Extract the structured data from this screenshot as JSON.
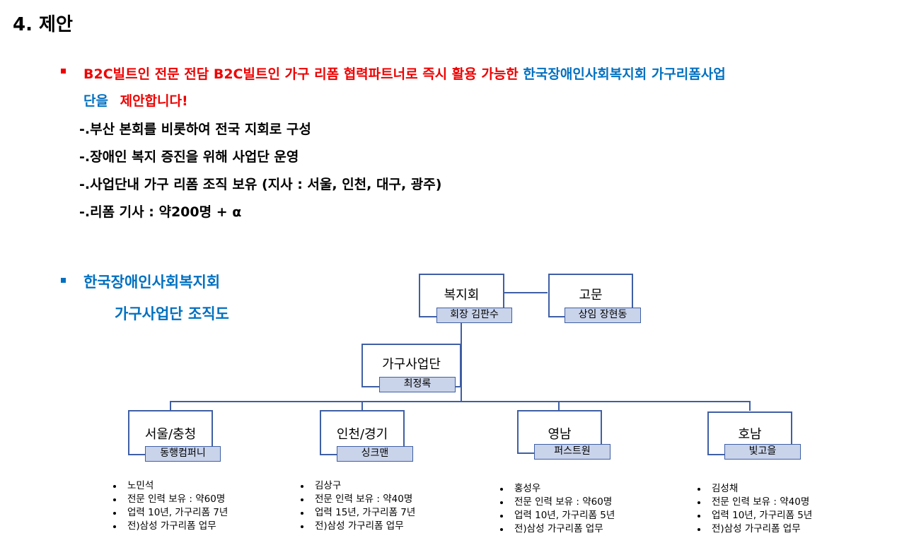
{
  "page_title": "4. 제안",
  "proposal": {
    "red_part": "B2C빌트인 전문 전담 B2C빌트인 가구 리폼 협력파트너로 즉시 활용 가능한",
    "blue_part_1": "한국장애인사회복지회 가구리폼사업",
    "blue_part_2": "단을",
    "red_part_2": "제안합니다!",
    "items": [
      "-.부산 본회를 비롯하여 전국 지회로 구성",
      "-.장애인 복지 증진을 위해 사업단 운영",
      "-.사업단내 가구 리폼 조직 보유 (지사 : 서울, 인천, 대구, 광주)",
      "-.리폼 기사 : 약200명 + α"
    ],
    "bullet_color": "#ee0000"
  },
  "org_section": {
    "title_line_1": "한국장애인사회복지회",
    "title_line_2": "가구사업단 조직도",
    "bullet_color": "#0070c0"
  },
  "org_chart": {
    "top": {
      "name": "복지회",
      "sub": "회장 김판수"
    },
    "advisor": {
      "name": "고문",
      "sub": "상임 장현동"
    },
    "division": {
      "name": "가구사업단",
      "sub": "최정록"
    },
    "branches": [
      {
        "name": "서울/충청",
        "sub": "동행컴퍼니",
        "details": [
          "노민석",
          "전문 인력 보유 : 약60명",
          "업력 10년, 가구리폼 7년",
          "전)삼성 가구리폼 업무"
        ]
      },
      {
        "name": "인천/경기",
        "sub": "싱크맨",
        "details": [
          "김상구",
          "전문 인력 보유 : 약40명",
          "업력 15년, 가구리폼 7년",
          "전)삼성 가구리폼 업무"
        ]
      },
      {
        "name": "영남",
        "sub": "퍼스트원",
        "details": [
          "홍성우",
          "전문 인력 보유 : 약60명",
          "업력 10년, 가구리폼 5년",
          "전)삼성 가구리폼 업무"
        ]
      },
      {
        "name": "호남",
        "sub": "빛고을",
        "details": [
          "김성채",
          "전문 인력 보유 : 약40명",
          "업력 10년, 가구리폼 5년",
          "전)삼성 가구리폼 업무"
        ]
      }
    ],
    "line_color": "#3f5fa5",
    "sub_fill": "#c9d3ea"
  }
}
